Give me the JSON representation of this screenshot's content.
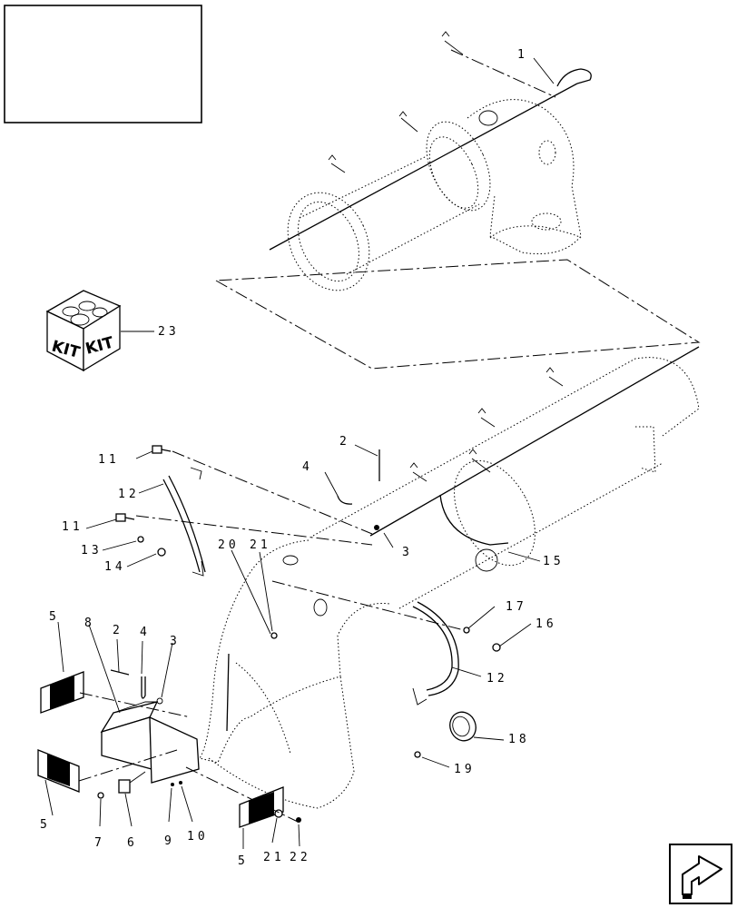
{
  "callouts": {
    "c1": "1",
    "c2_top": "2",
    "c2_bottom": "2",
    "c3_mid": "3",
    "c3_bottom": "3",
    "c4_top": "4",
    "c4_bottom": "4",
    "c5_top": "5",
    "c5_left": "5",
    "c5_right": "5",
    "c6": "6",
    "c7": "7",
    "c8": "8",
    "c9": "9",
    "c10": "10",
    "c11_top": "11",
    "c11_mid": "11",
    "c12_top": "12",
    "c12_right": "12",
    "c13": "13",
    "c14": "14",
    "c15": "15",
    "c16": "16",
    "c17": "17",
    "c18": "18",
    "c19": "19",
    "c20": "20",
    "c21_top": "21",
    "c21_bottom": "21",
    "c22": "22",
    "c23": "23"
  },
  "kit_icon": {
    "left_label": "KIT",
    "right_label": "KIT"
  },
  "icons": {
    "kit": "kit-box-icon",
    "navigation": "next-page-arrow-icon"
  }
}
